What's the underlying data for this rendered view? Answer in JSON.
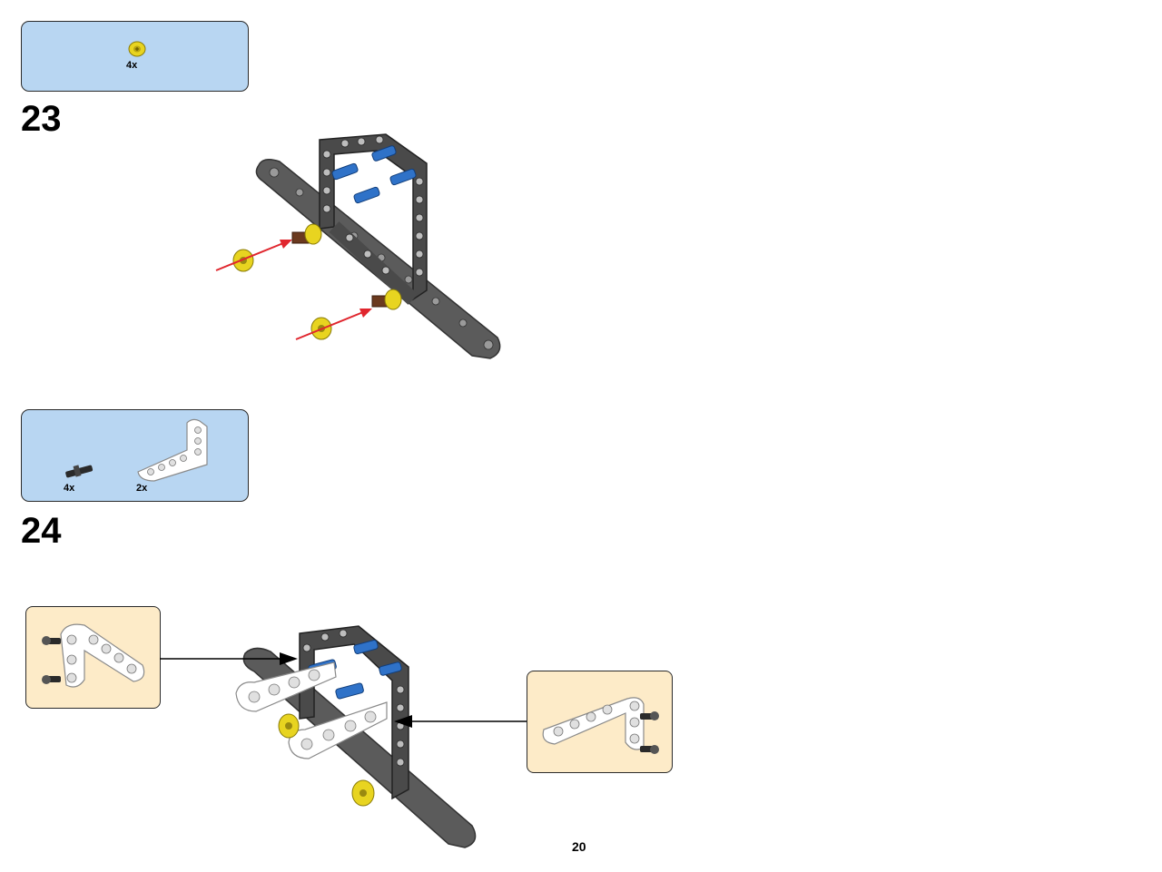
{
  "steps": [
    {
      "number": "23",
      "parts": [
        {
          "icon": "yellow-bush-icon",
          "quantity": "4x"
        }
      ]
    },
    {
      "number": "24",
      "parts": [
        {
          "icon": "black-pin-icon",
          "quantity": "4x"
        },
        {
          "icon": "white-l-beam-icon",
          "quantity": "2x"
        }
      ]
    }
  ],
  "page": {
    "number": "20"
  },
  "colors": {
    "parts_box_bg": "#b8d6f2",
    "callout_bg": "#fdebc8",
    "arrow_red": "#e0262e",
    "frame_dark_gray": "#4a4a4a",
    "axle_blue": "#2f72c8",
    "bush_yellow": "#e8d420"
  }
}
